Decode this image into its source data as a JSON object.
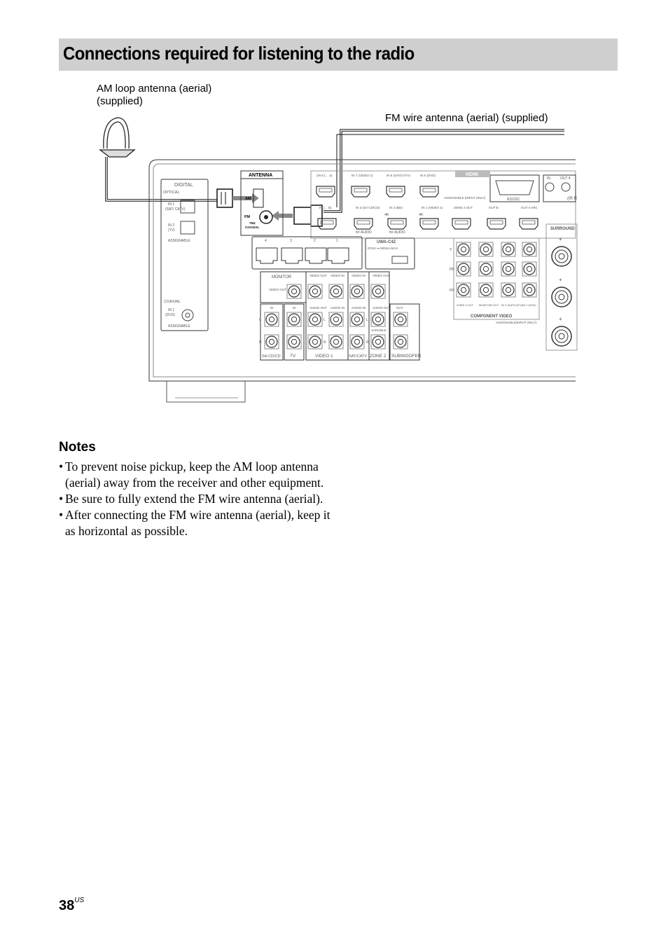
{
  "title": "Connections required for listening to the radio",
  "labels": {
    "am_antenna_line1": "AM loop antenna (aerial)",
    "am_antenna_line2": "(supplied)",
    "fm_antenna": "FM wire antenna (aerial) (supplied)"
  },
  "panel": {
    "digital": "DIGITAL",
    "optical": "OPTICAL",
    "opt_in1": "IN 1",
    "opt_in1_sub": "(SAT/ CATV)",
    "opt_in2": "IN 2",
    "opt_in2_sub": "(TV)",
    "assignable": "ASSIGNABLE",
    "coaxial": "COAXIAL",
    "coax_in1": "IN 1",
    "coax_in1_sub": "(DVD)",
    "antenna": "ANTENNA",
    "am": "AM",
    "fm": "FM",
    "fm_ohm": "75Ω",
    "fm_coax": "COAXIAL",
    "hdmi": "HDMI",
    "hdmi_top": [
      "(IN 8 (… 4)",
      "IN 7 (VIDEO 2)",
      "IN 6 (SAT/CATV)",
      "IN 5 (DVD)"
    ],
    "hdmi_bottom": [
      "IN (… B)",
      "IN 3 (SA-CD/CD)",
      "IN 2 (BD)",
      "IN 1 (VIDEO 1)",
      "ZONE 2 OUT",
      "OUT B",
      "OUT A ARC"
    ],
    "hdmi_assignable": "ASSIGNABLE (INPUT ONLY)",
    "for_audio": "for AUDIO",
    "badge_4k": "4K",
    "rs232c": "RS232C",
    "ir_in": "IN",
    "ir_out": "OUT 4",
    "ir_label": "(IR R",
    "surround": "SURROUND",
    "network_ports": [
      "4",
      "3",
      "2",
      "1"
    ],
    "uwa": "UWA-C4Z",
    "uwa_power": "DC5V ⎓ 500mA MAX",
    "component": [
      "Y",
      "PB",
      "PR"
    ],
    "component_cols": [
      "ZONE 2 OUT",
      "MONITOR OUT",
      "IN 2 (SAT/CATV)",
      "IN 1 (DVD)"
    ],
    "component_video": "COMPONENT VIDEO",
    "component_assignable": "ASSIGNABLE(INPUT ONLY)",
    "monitor": "MONITOR",
    "video_out": "VIDEO OUT",
    "video_in": "VIDEO IN",
    "audio_out": "AUDIO OUT",
    "audio_in": "AUDIO IN",
    "in": "IN",
    "out": "OUT",
    "variable": "VARIABLE",
    "left": "L",
    "right": "R",
    "bottom_labels": [
      "SA-CD/CD",
      "TV",
      "VIDEO 1",
      "SAT/CATV",
      "ZONE 2",
      "SUBWOOFER"
    ]
  },
  "notes": {
    "heading": "Notes",
    "items": [
      "To prevent noise pickup, keep the AM loop antenna (aerial) away from the receiver and other equipment.",
      "Be sure to fully extend the FM wire antenna (aerial).",
      "After connecting the FM wire antenna (aerial), keep it as horizontal as possible."
    ]
  },
  "page": {
    "number": "38",
    "suffix": "US"
  }
}
